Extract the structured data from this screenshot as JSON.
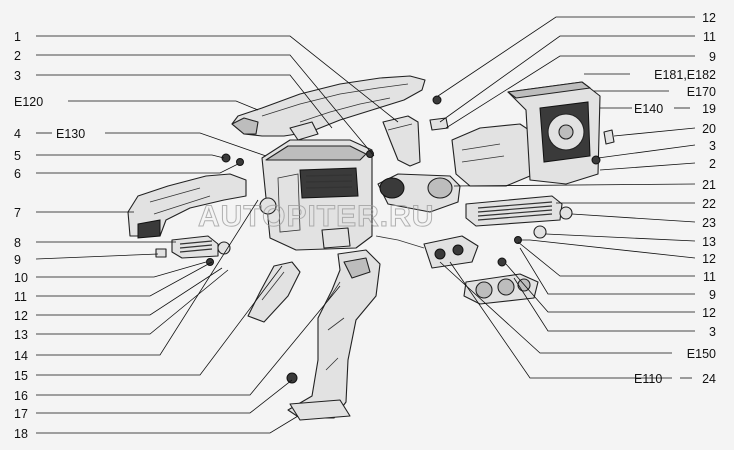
{
  "watermark": "AUTOPITER.RU",
  "labels": {
    "left": [
      "1",
      "2",
      "3",
      "E120",
      "4",
      "E130",
      "5",
      "6",
      "7",
      "8",
      "9",
      "10",
      "11",
      "12",
      "13",
      "14",
      "15",
      "16",
      "17",
      "18"
    ],
    "right": [
      "12",
      "11",
      "9",
      "E181,E182",
      "E170",
      "E140",
      "19",
      "20",
      "3",
      "2",
      "21",
      "22",
      "23",
      "13",
      "12",
      "11",
      "9",
      "12",
      "3",
      "E150",
      "E110",
      "24"
    ]
  }
}
